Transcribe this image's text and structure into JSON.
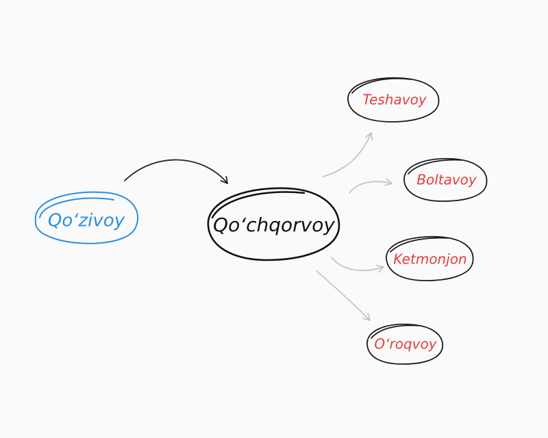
{
  "colors": {
    "background": "#fafafa",
    "source": "#2b8fde",
    "central": "#111111",
    "children": "#e43d3d",
    "arrow_main": "#222222",
    "arrow_light": "#c4c4c4",
    "child_outline": "#1a1a1a"
  },
  "nodes": {
    "source": {
      "label": "Qo‘zivoy"
    },
    "central": {
      "label": "Qo‘chqorvoy"
    },
    "children": [
      {
        "label": "Teshavoy"
      },
      {
        "label": "Boltavoy"
      },
      {
        "label": "Ketmonjon"
      },
      {
        "label": "O‘roqvoy"
      }
    ]
  }
}
